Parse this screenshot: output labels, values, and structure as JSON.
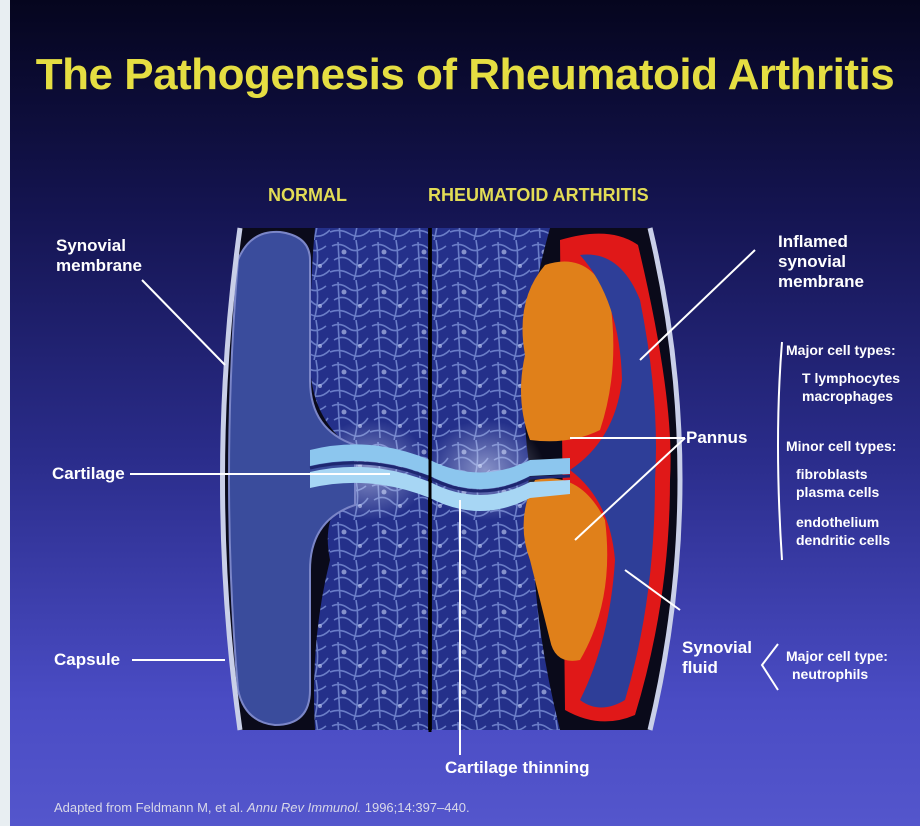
{
  "slide": {
    "title": "The Pathogenesis of Rheumatoid Arthritis",
    "header_normal": "NORMAL",
    "header_ra": "RHEUMATOID ARTHRITIS",
    "labels": {
      "synovial_membrane_1": "Synovial",
      "synovial_membrane_2": "membrane",
      "cartilage": "Cartilage",
      "capsule": "Capsule",
      "inflamed_1": "Inflamed",
      "inflamed_2": "synovial",
      "inflamed_3": "membrane",
      "major_cell_types": "Major cell types:",
      "t_lymphocytes": "T lymphocytes",
      "macrophages": "macrophages",
      "pannus": "Pannus",
      "minor_cell_types": "Minor cell types:",
      "fibroblasts": "fibroblasts",
      "plasma_cells": "plasma cells",
      "endothelium": "endothelium",
      "dendritic_cells": "dendritic cells",
      "synovial_fluid_1": "Synovial",
      "synovial_fluid_2": "fluid",
      "major_cell_type": "Major cell type:",
      "neutrophils": "neutrophils",
      "cartilage_thinning": "Cartilage thinning"
    },
    "reference": {
      "prefix": "Adapted from Feldmann M, et al.",
      "journal": "Annu Rev Immunol.",
      "suffix": "1996;14:397–440."
    },
    "colors": {
      "title": "#e5de42",
      "bone": "#2a3a9a",
      "cartilage": "#8cc6ee",
      "pannus": "#e0801a",
      "inflamed": "#e01818",
      "synovial_fluid": "#2e3e98"
    }
  }
}
